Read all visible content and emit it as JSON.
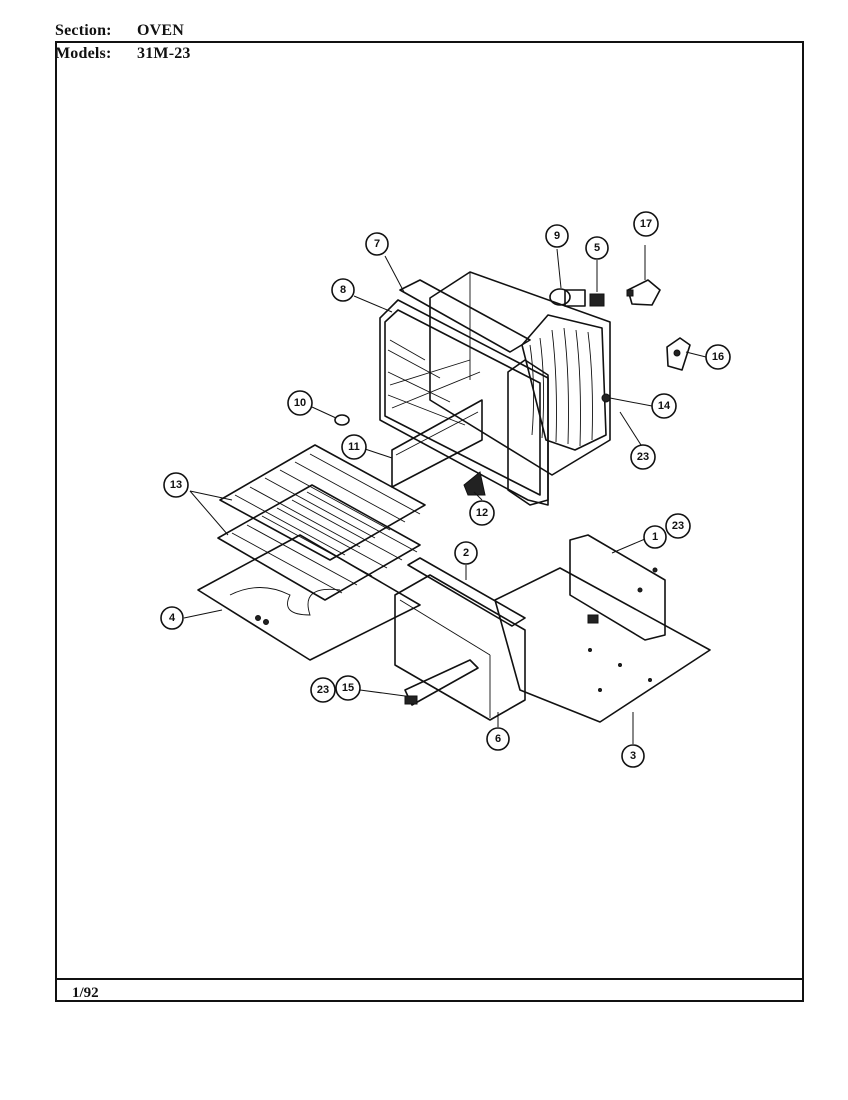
{
  "header": {
    "section_label": "Section:",
    "section_value": "OVEN",
    "models_label": "Models:",
    "models_value": "31M-23"
  },
  "footer": {
    "date_code": "1/92"
  },
  "callouts": [
    "7",
    "9",
    "5",
    "17",
    "8",
    "16",
    "10",
    "14",
    "11",
    "23",
    "13",
    "12",
    "1",
    "23",
    "2",
    "4",
    "23",
    "15",
    "6",
    "3"
  ]
}
